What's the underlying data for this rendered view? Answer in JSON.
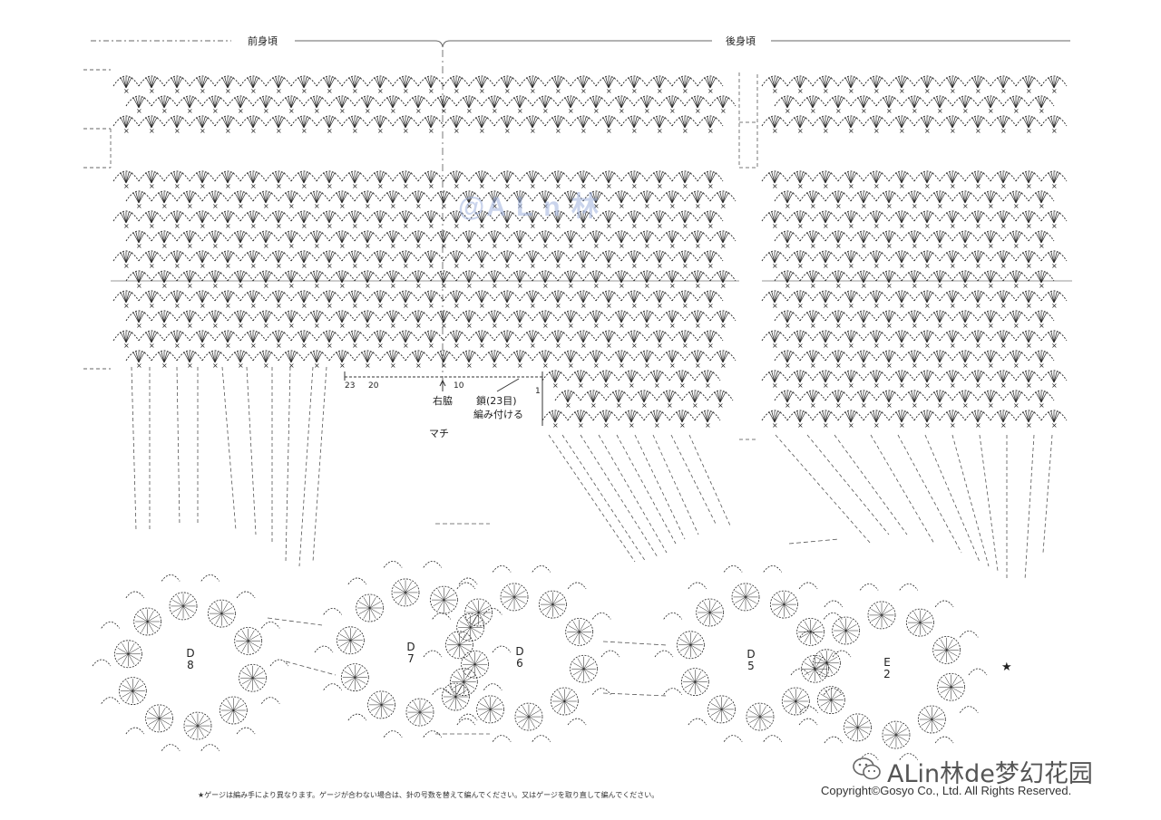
{
  "header": {
    "front_label": "前身頃",
    "back_label": "後身頃"
  },
  "annotations": {
    "count_23": "23",
    "count_20": "20",
    "count_10": "10",
    "count_1": "1",
    "right_side": "右脇",
    "chain_label_line1": "鎖(23目)",
    "chain_label_line2": "編み付ける",
    "gusset": "マチ",
    "star": "★"
  },
  "motifs": [
    {
      "letter": "D",
      "number": "8"
    },
    {
      "letter": "D",
      "number": "7"
    },
    {
      "letter": "D",
      "number": "6"
    },
    {
      "letter": "D",
      "number": "5"
    },
    {
      "letter": "E",
      "number": "2"
    }
  ],
  "watermark": "@A L n 林",
  "brand": "ALin林de梦幻花园",
  "copyright": "Copyright©Gosyo Co., Ltd. All Rights Reserved.",
  "footer_note": "★ゲージは編み手により異なります。ゲージが合わない場合は、針の号数を替えて編んでください。又はゲージを取り直して編んでください。",
  "colors": {
    "ink": "#222222",
    "guide": "#666666",
    "watermark": "#9fb2dd"
  }
}
